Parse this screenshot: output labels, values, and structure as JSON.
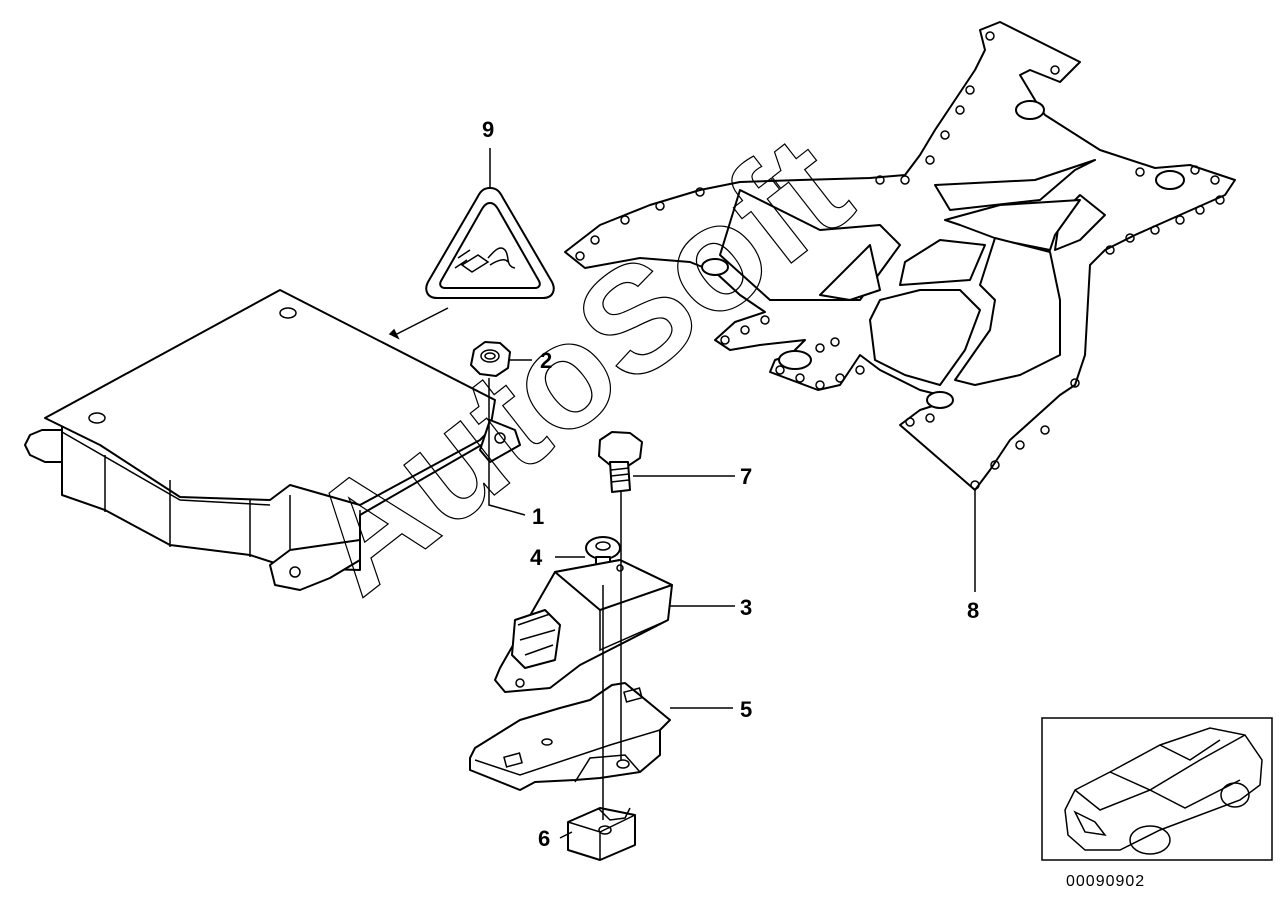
{
  "diagram": {
    "watermark": "AutoSoft",
    "reference_number": "00090902",
    "callouts": [
      {
        "id": "1",
        "label": "1"
      },
      {
        "id": "2",
        "label": "2"
      },
      {
        "id": "3",
        "label": "3"
      },
      {
        "id": "4",
        "label": "4"
      },
      {
        "id": "5",
        "label": "5"
      },
      {
        "id": "6",
        "label": "6"
      },
      {
        "id": "7",
        "label": "7"
      },
      {
        "id": "8",
        "label": "8"
      },
      {
        "id": "9",
        "label": "9"
      }
    ],
    "colors": {
      "line": "#000000",
      "background": "#ffffff"
    }
  }
}
